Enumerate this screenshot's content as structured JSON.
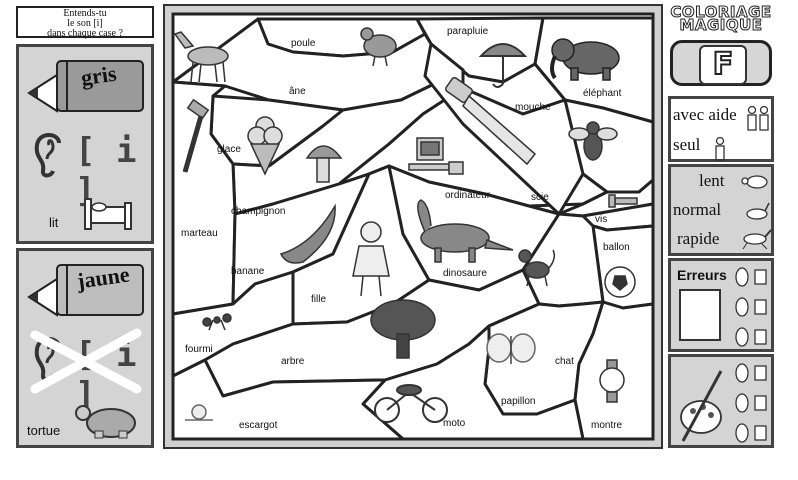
{
  "question": [
    "Entends-tu",
    "le son [i]",
    "dans chaque case ?"
  ],
  "left_panel": {
    "top": {
      "crayon_label": "gris",
      "sound": "[ i ]",
      "example_word": "lit"
    },
    "bottom": {
      "crayon_label": "jaune",
      "sound": "[ i ]",
      "example_word": "tortue"
    }
  },
  "game_title": [
    "COLORIAGE",
    "MAGIQUE"
  ],
  "game_letter": "F",
  "help_panel": {
    "with_help": "avec aide",
    "alone": "seul"
  },
  "speed_panel": {
    "slow": "lent",
    "normal": "normal",
    "fast": "rapide"
  },
  "errors_panel": {
    "label": "Erreurs"
  },
  "words": {
    "poule": "poule",
    "ane": "âne",
    "parapluie": "parapluie",
    "elephant": "éléphant",
    "glace": "glace",
    "mouche": "mouche",
    "champignon": "champignon",
    "marteau": "marteau",
    "ordinateur": "ordinateur",
    "scie": "scie",
    "vis": "vis",
    "ballon": "ballon",
    "banane": "banane",
    "fille": "fille",
    "dinosaure": "dinosaure",
    "fourmi": "fourmi",
    "arbre": "arbre",
    "chat": "chat",
    "papillon": "papillon",
    "escargot": "escargot",
    "moto": "moto",
    "montre": "montre"
  }
}
